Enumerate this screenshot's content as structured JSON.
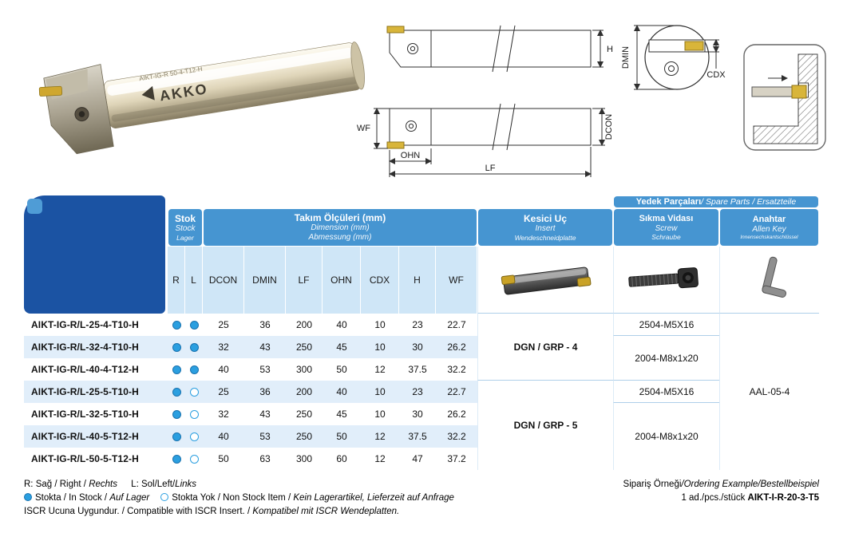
{
  "drawings": {
    "brand": "AKKO",
    "photo_code": "AIKT-IG-R 50-4-T12-H",
    "labels": {
      "h": "H",
      "dmin": "DMIN",
      "cdx": "CDX",
      "wf": "WF",
      "ohn": "OHN",
      "lf": "LF",
      "dcon": "DCON"
    }
  },
  "table": {
    "header": {
      "stock": {
        "tr": "Stok",
        "en": "Stock",
        "de": "Lager"
      },
      "dimensions": {
        "tr": "Takım Ölçüleri (mm)",
        "en": "Dimension (mm)",
        "de": "Abmessung (mm)"
      },
      "insert": {
        "tr": "Kesici Uç",
        "en": "Insert",
        "de": "Wendeschneidplatte"
      },
      "spare_tr": "Yedek Parçaları",
      "spare_rest": " / Spare Parts / Ersatzteile",
      "screw": {
        "tr": "Sıkma Vidası",
        "en": "Screw",
        "de": "Schraube"
      },
      "key": {
        "tr": "Anahtar",
        "en": "Allen Key",
        "de": "Innensechskantschlüssel"
      }
    },
    "columns": [
      "R",
      "L",
      "DCON",
      "DMIN",
      "LF",
      "OHN",
      "CDX",
      "H",
      "WF"
    ],
    "rows": [
      {
        "name": "AIKT-IG-R/L-25-4-T10-H",
        "r": "filled",
        "l": "filled",
        "values": [
          "25",
          "36",
          "200",
          "40",
          "10",
          "23",
          "22.7"
        ]
      },
      {
        "name": "AIKT-IG-R/L-32-4-T10-H",
        "r": "filled",
        "l": "filled",
        "values": [
          "32",
          "43",
          "250",
          "45",
          "10",
          "30",
          "26.2"
        ]
      },
      {
        "name": "AIKT-IG-R/L-40-4-T12-H",
        "r": "filled",
        "l": "filled",
        "values": [
          "40",
          "53",
          "300",
          "50",
          "12",
          "37.5",
          "32.2"
        ]
      },
      {
        "name": "AIKT-IG-R/L-25-5-T10-H",
        "r": "filled",
        "l": "open",
        "values": [
          "25",
          "36",
          "200",
          "40",
          "10",
          "23",
          "22.7"
        ]
      },
      {
        "name": "AIKT-IG-R/L-32-5-T10-H",
        "r": "filled",
        "l": "open",
        "values": [
          "32",
          "43",
          "250",
          "45",
          "10",
          "30",
          "26.2"
        ]
      },
      {
        "name": "AIKT-IG-R/L-40-5-T12-H",
        "r": "filled",
        "l": "open",
        "values": [
          "40",
          "53",
          "250",
          "50",
          "12",
          "37.5",
          "32.2"
        ]
      },
      {
        "name": "AIKT-IG-R/L-50-5-T12-H",
        "r": "filled",
        "l": "open",
        "values": [
          "50",
          "63",
          "300",
          "60",
          "12",
          "47",
          "37.2"
        ]
      }
    ],
    "inserts": [
      "DGN / GRP - 4",
      "DGN / GRP - 5"
    ],
    "screws": [
      "2504-M5X16",
      "2004-M8x1x20",
      "2504-M5X16",
      "2004-M8x1x20"
    ],
    "allen_key": "AAL-05-4"
  },
  "footer": {
    "rl": [
      "R: Sağ / Right / ",
      "Rechts",
      "    L: Sol/Left/",
      "Links"
    ],
    "legend": {
      "dot1": "filled",
      "in_stock_a": "Stokta / In Stock / ",
      "in_stock_b": "Auf Lager",
      "dot2": "open",
      "non_stock_a": "Stokta Yok / Non Stock Item / ",
      "non_stock_b": "Kein Lagerartikel, Lieferzeit auf Anfrage"
    },
    "compat_a": "ISCR Ucuna Uygundur. / Compatible with ISCR Insert. / ",
    "compat_b": "Kompatibel mit ISCR Wendeplatten.",
    "ordering": {
      "title_tr": "Sipariş Örneği",
      "title_rest": "/Ordering Example/Bestellbeispiel",
      "qty": "1 ad./pcs./stück ",
      "code": "AIKT-I-R-20-3-T5"
    }
  }
}
